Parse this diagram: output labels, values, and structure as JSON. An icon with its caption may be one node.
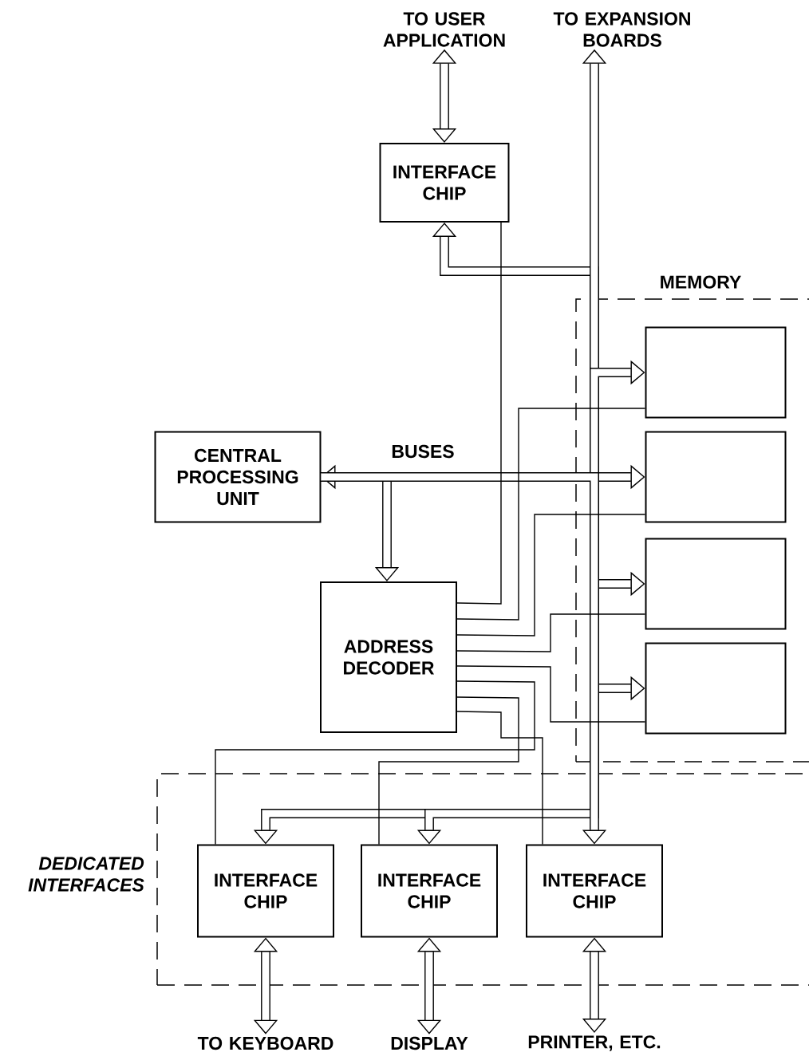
{
  "diagram": {
    "nodes": [
      {
        "text": [
          "TO USER APPLICATION"
        ]
      },
      {
        "text": [
          "TO EXPANSION BOARDS"
        ]
      },
      {
        "text": [
          "INTERFACE CHIP"
        ]
      },
      {
        "text": [
          "MEMORY"
        ]
      },
      {
        "text": [],
        "shape": "box",
        "in": 3
      },
      {
        "text": [],
        "shape": "box",
        "in": 3
      },
      {
        "text": [],
        "shape": "box",
        "in": 3
      },
      {
        "text": [],
        "shape": "box",
        "in": 3
      },
      {
        "text": [
          "CENTRAL PROCESSING UNIT"
        ]
      },
      {
        "text": [
          "ADDRESS DECODER"
        ]
      },
      {
        "text": [
          "DEDICATED INTERFACES"
        ]
      },
      {
        "text": [
          "INTERFACE CHIP"
        ],
        "in": 10
      },
      {
        "text": [
          "INTERFACE CHIP"
        ],
        "in": 10
      },
      {
        "text": [
          "INTERFACE CHIP"
        ],
        "in": 10
      },
      {
        "text": [
          "TO KEYBOARD"
        ]
      },
      {
        "text": [
          "DISPLAY"
        ]
      },
      {
        "text": [
          "PRINTER, ETC."
        ]
      }
    ],
    "edges": [
      {
        "from": 0,
        "to": 2,
        "arrow": "both"
      },
      {
        "from": 8,
        "to": 5,
        "arrow": "both",
        "label": "BUSES"
      },
      {
        "from": 8,
        "to": 9,
        "arrow": "to"
      },
      {
        "from": 8,
        "to": 2,
        "arrow": "to"
      },
      {
        "from": 8,
        "to": 1,
        "arrow": "to"
      },
      {
        "from": 8,
        "to": 4,
        "arrow": "to"
      },
      {
        "from": 8,
        "to": 6,
        "arrow": "to"
      },
      {
        "from": 8,
        "to": 7,
        "arrow": "to"
      },
      {
        "from": 8,
        "to": 11,
        "arrow": "to"
      },
      {
        "from": 8,
        "to": 12,
        "arrow": "to"
      },
      {
        "from": 8,
        "to": 13,
        "arrow": "to"
      },
      {
        "from": 11,
        "to": 14,
        "arrow": "both"
      },
      {
        "from": 12,
        "to": 15,
        "arrow": "both"
      },
      {
        "from": 13,
        "to": 16,
        "arrow": "both"
      },
      {
        "from": 9,
        "to": 2,
        "arrow": "none"
      },
      {
        "from": 9,
        "to": 4,
        "arrow": "none"
      },
      {
        "from": 9,
        "to": 5,
        "arrow": "none"
      },
      {
        "from": 9,
        "to": 6,
        "arrow": "none"
      },
      {
        "from": 9,
        "to": 7,
        "arrow": "none"
      },
      {
        "from": 9,
        "to": 11,
        "arrow": "none"
      },
      {
        "from": 9,
        "to": 12,
        "arrow": "none"
      },
      {
        "from": 9,
        "to": 13,
        "arrow": "none"
      }
    ]
  }
}
